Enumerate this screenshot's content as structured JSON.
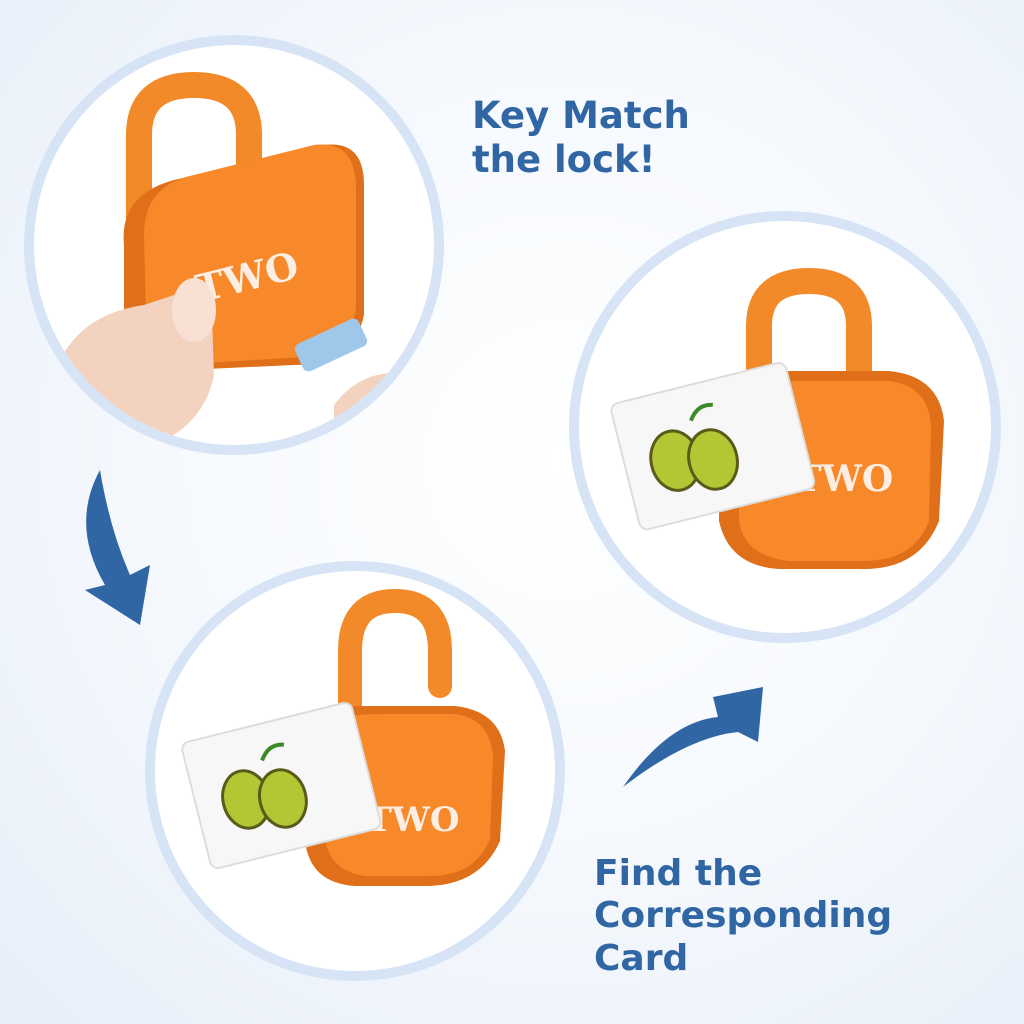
{
  "instructions": {
    "step1": {
      "lines": [
        "Key Match",
        "the lock!"
      ]
    },
    "step2": {
      "lines": [
        "Find the",
        "Corresponding",
        "Card"
      ]
    }
  },
  "lock_label": "TWO",
  "colors": {
    "heading": "#2f66a3",
    "arrow": "#2f66a3",
    "ring": "#d6e4f6",
    "lock_orange": "#f7892a",
    "lock_shade": "#e0701a",
    "pear_green": "#b3c735"
  },
  "icons": [
    "curved-down-arrow-icon",
    "curved-up-arrow-icon",
    "pear-card-icon",
    "padlock-icon",
    "key-icon"
  ]
}
